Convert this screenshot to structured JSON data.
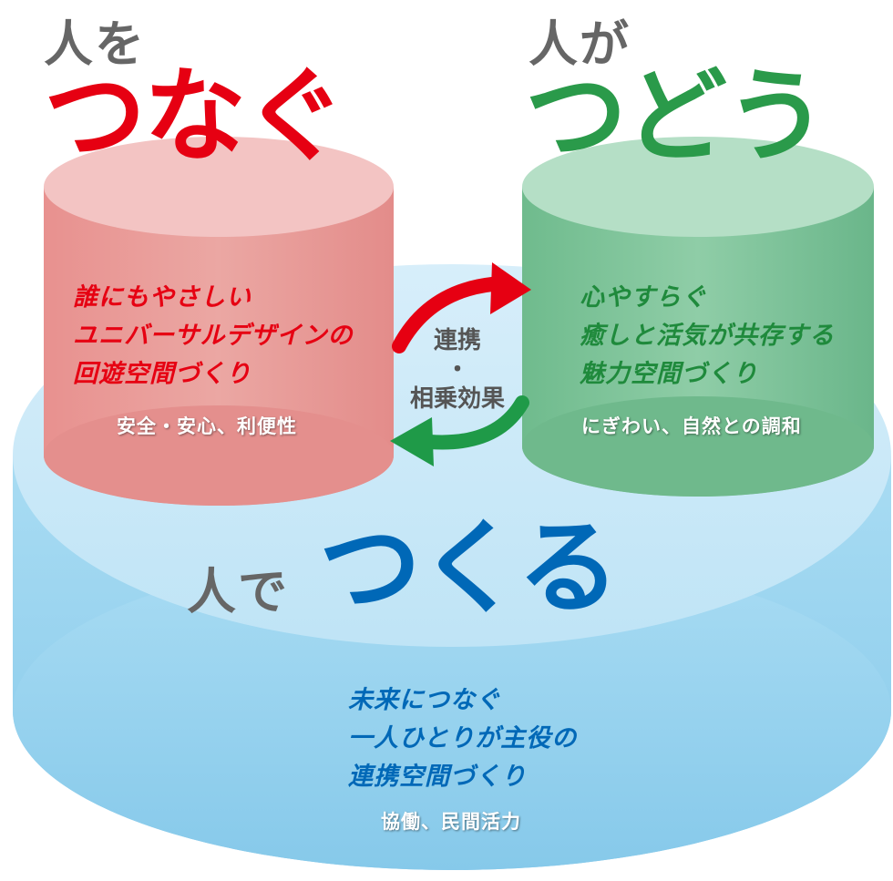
{
  "left": {
    "pre": "人を",
    "title": "つなぐ",
    "lines": [
      "誰にもやさしい",
      "ユニバーサルデザインの",
      "回遊空間づくり"
    ],
    "sub": "安全・安心、利便性",
    "colors": {
      "title": "#e60012",
      "body": "#e8969a",
      "lines": "#e60012"
    }
  },
  "right": {
    "pre": "人が",
    "title": "つどう",
    "lines": [
      "心やすらぐ",
      "癒しと活気が共存する",
      "魅力空間づくり"
    ],
    "sub": "にぎわい、自然との調和",
    "colors": {
      "title": "#2a9a4a",
      "body": "#7cc29a",
      "lines": "#1f8a3c"
    }
  },
  "bottom": {
    "pre": "人で",
    "title": "つくる",
    "lines": [
      "未来につなぐ",
      "一人ひとりが主役の",
      "連携空間づくり"
    ],
    "sub": "協働、民間活力",
    "colors": {
      "title": "#0068b7",
      "body": "#9fd4ef",
      "lines": "#0068b7"
    }
  },
  "center": {
    "line1": "連携",
    "dot": "・",
    "line2": "相乗効果",
    "arrow_colors": {
      "to_right": "#e60012",
      "to_left": "#1f9a48"
    }
  }
}
